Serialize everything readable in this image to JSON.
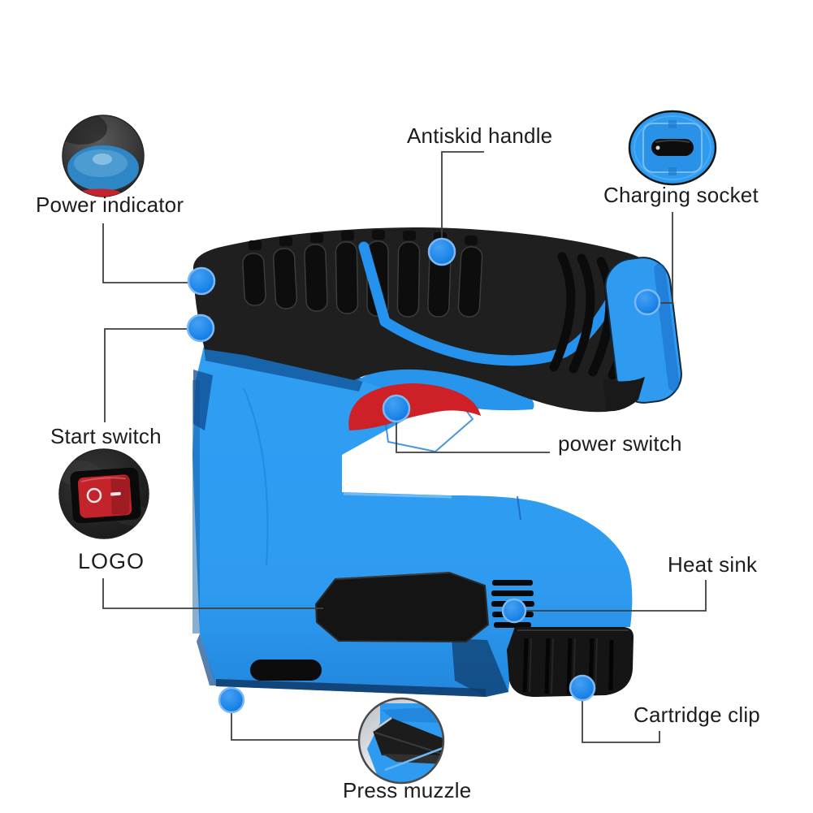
{
  "page": {
    "background": "#ffffff",
    "description": "Product feature callout diagram of a blue cordless electric staple / nail gun"
  },
  "product": {
    "name": "Cordless electric staple nail gun"
  },
  "colors": {
    "body_blue": "#2e9bf0",
    "shadow_blue": "#0f4c8f",
    "grip_black": "#1f1f1f",
    "battery_black": "#151515",
    "trigger_red": "#ce2127",
    "switch_red": "#c3232b",
    "callout_dot": "#1c86ea",
    "callout_line": "#3f3f3f",
    "label_text": "#1d1d1d"
  },
  "callouts": [
    {
      "id": "power-indicator",
      "label": "Power indicator"
    },
    {
      "id": "antiskid-handle",
      "label": "Antiskid handle"
    },
    {
      "id": "charging-socket",
      "label": "Charging socket"
    },
    {
      "id": "start-switch",
      "label": "Start switch"
    },
    {
      "id": "power-switch",
      "label": "power switch"
    },
    {
      "id": "logo",
      "label": "LOGO"
    },
    {
      "id": "heat-sink",
      "label": "Heat sink"
    },
    {
      "id": "cartridge-clip",
      "label": "Cartridge clip"
    },
    {
      "id": "press-muzzle",
      "label": "Press muzzle"
    }
  ],
  "insets": [
    {
      "id": "power-indicator-inset",
      "depicts": "blue LED power indicator lens with red strip"
    },
    {
      "id": "charging-socket-inset",
      "depicts": "micro-USB charging port on blue end cap"
    },
    {
      "id": "start-switch-inset",
      "depicts": "red rocker on/off switch"
    },
    {
      "id": "press-muzzle-inset",
      "depicts": "staple muzzle tip corner"
    }
  ]
}
